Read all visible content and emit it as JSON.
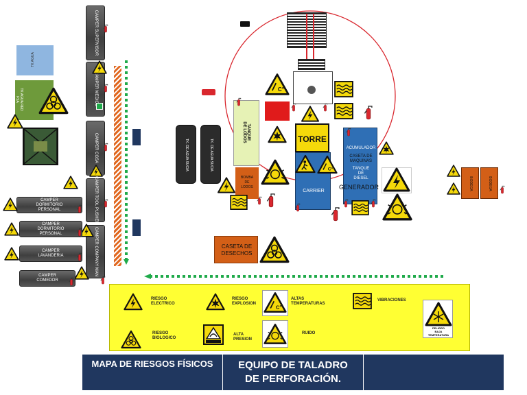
{
  "colors": {
    "warning_yellow": "#f5d90a",
    "legend_yellow": "#ffff33",
    "trailer_gray": "#555555",
    "orange": "#d35f17",
    "blue": "#2f6fb5",
    "navy": "#20375f",
    "green_dots": "#1faa4a",
    "red_circle": "#d9272e"
  },
  "left_area": {
    "tk_agua": "TK AGUA",
    "tk_agua_red": "TK AGUA RED\nFSA"
  },
  "campers_vertical": {
    "supervisor": "CAMPER SUPERVISOR",
    "medico": "CAMPER MEDICO",
    "cgsa": "CAMPER CGSA",
    "toolpusher": "CAMPER TOOL PUSHER",
    "company_man": "CAMPER COMPANY MAN"
  },
  "campers_horizontal": {
    "dormitorio_1": "CAMPER\nDORMITORIO\nPERSONAL",
    "dormitorio_2": "CAMPER\nDORMITORIO\nPERSONAL",
    "lavanderia": "CAMPER\nLAVANDERIA",
    "comedor": "CAMPER\nCOMEDOR"
  },
  "rig": {
    "tk_agua_sucia": "TK. DE AGUA SUCIA",
    "tk_agua_sucia_2": "TK. DE AGUA SUCIA",
    "tanque_lodos": "TANQUE\nDE LODOS",
    "bomba_lodos": "BOMBA\nDE\nLODOS",
    "torre": "TORRE",
    "carrier": "CARRIER",
    "acumulador": "ACUMULADOR",
    "caseta_maquinas": "CASETA DE\nMAQUINAS",
    "tanque_diesel": "TANQUE\nDE\nDIESEL",
    "generador": "GENERADOR",
    "caseta_desechos": "CASETA DE\nDESECHOS"
  },
  "right_area": {
    "bodega_1": "BODEGA",
    "bodega_2": "BODEGA"
  },
  "legend": {
    "riesgo_electrico": "RIESGO\nELECTRICO",
    "riesgo_explosion": "RIESGO\nEXPLOSION",
    "altas_temperaturas": "ALTAS\nTEMPERATURAS",
    "vibraciones": "VIBRACIONES",
    "riesgo_biologico": "RIESGO\nBIOLOGICO",
    "alta_presion": "ALTA\nPRESION",
    "ruido": "RUIDO",
    "peligro_baja_temperatura": "PELIGRO\nBAJA\nTEMPERATURA"
  },
  "footer": {
    "title_left": "MAPA DE RIESGOS FÍSICOS",
    "title_mid": "EQUIPO DE TALADRO\nDE PERFORACIÓN.",
    "title_right": ""
  },
  "icons": {
    "electric": "high-voltage-icon",
    "biohazard": "biohazard-icon",
    "explosion": "explosion-icon",
    "hot": "high-temperature-icon",
    "vibration": "vibration-icon",
    "noise": "noise-icon",
    "cold": "snowflake-icon",
    "extinguisher": "fire-extinguisher-icon"
  }
}
